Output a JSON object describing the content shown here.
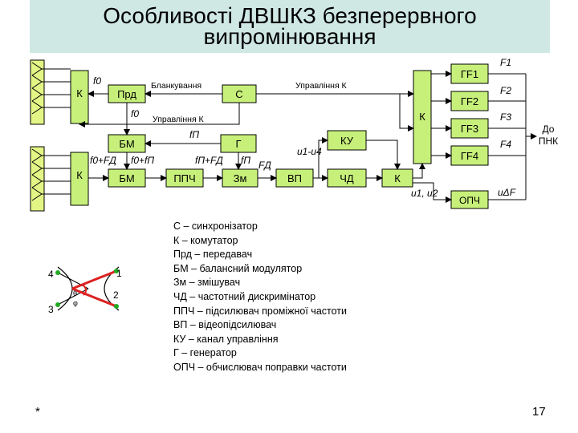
{
  "slide": {
    "title_line1": "Особливості ДВШКЗ безперервного",
    "title_line2": "випромінювання",
    "footer_left": "*",
    "page_number": "17",
    "colors": {
      "title_band": "#cfe8e4",
      "block_fill": "#c7f07a",
      "antenna_fill": "#e3f585",
      "beam_red": "#dd2222"
    }
  },
  "blocks": {
    "k_top": "К",
    "k_bottom": "К",
    "prd": "Прд",
    "s": "С",
    "bm_top": "БМ",
    "g": "Г",
    "bm_bottom": "БМ",
    "ppch": "ППЧ",
    "zm": "Зм",
    "vp": "ВП",
    "chd": "ЧД",
    "k_mid": "К",
    "ku": "КУ",
    "k_big": "К",
    "gf1": "ГF1",
    "gf2": "ГF2",
    "gf3": "ГF3",
    "gf4": "ГF4",
    "opch": "ОПЧ"
  },
  "signals": {
    "f0_top": "f0",
    "f0_mid": "f0",
    "f0_plus_fd": "f0+FД",
    "f0_plus_fp": "f0+fП",
    "fp_top": "fП",
    "fp_plus_fd": "fП+FД",
    "fp_right": "fП",
    "fd": "FД",
    "u1_u4": "u1-u4",
    "u1_u2": "u1, u2",
    "u_df": "uΔF",
    "F1": "F1",
    "F2": "F2",
    "F3": "F3",
    "F4": "F4",
    "blanking": "Бланкування",
    "control_k_top": "Управління К",
    "control_k_bottom": "Управління К",
    "to_pnk_1": "До",
    "to_pnk_2": "ПНК"
  },
  "beam_diagram": {
    "label_1": "1",
    "label_2": "2",
    "label_3": "3",
    "label_4": "4",
    "theta": "θ",
    "phi": "φ"
  },
  "legend": [
    "С – синхронізатор",
    "К – комутатор",
    "Прд – передавач",
    "БМ – балансний модулятор",
    "Зм – змішувач",
    "ЧД – частотний дискримінатор",
    "ППЧ – підсилювач проміжної частоти",
    "ВП – відеопідсилювач",
    "КУ – канал управління",
    "Г – генератор",
    "ОПЧ – обчислювач поправки частоти"
  ]
}
